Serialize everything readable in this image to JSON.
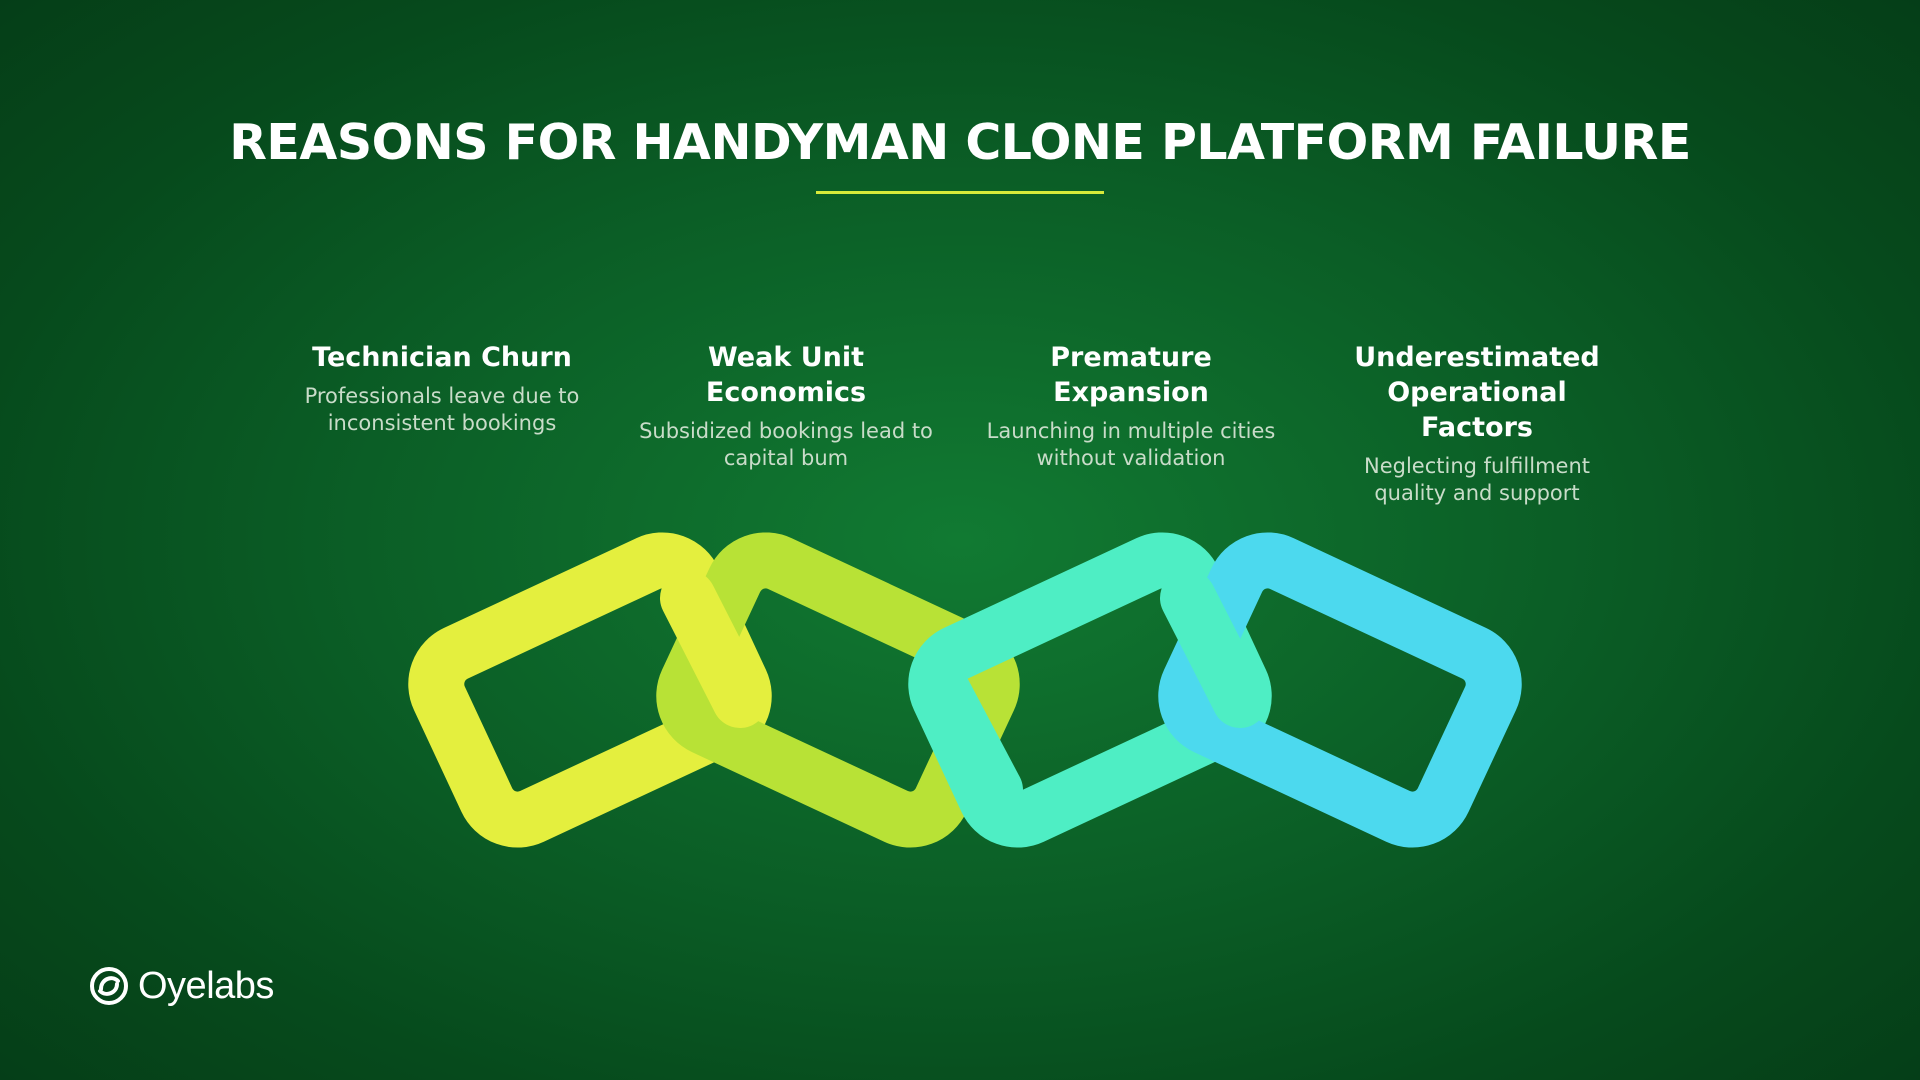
{
  "title": "REASONS FOR HANDYMAN CLONE PLATFORM FAILURE",
  "colors": {
    "accent_underline": "#d7ea3a",
    "link_1": "#e4ef3e",
    "link_2": "#b8e236",
    "link_3": "#4eeec4",
    "link_4": "#4cd9ee"
  },
  "reasons": [
    {
      "heading": "Technician Churn",
      "description": "Professionals leave due to inconsistent bookings"
    },
    {
      "heading": "Weak Unit Economics",
      "description": "Subsidized bookings lead to capital bum"
    },
    {
      "heading": "Premature Expansion",
      "description": "Launching in multiple cities without validation"
    },
    {
      "heading": "Underestimated Operational Factors",
      "description": "Neglecting fulfillment quality and support"
    }
  ],
  "brand": {
    "name": "Oyelabs",
    "logo_icon": "oyelabs-logo-icon"
  }
}
